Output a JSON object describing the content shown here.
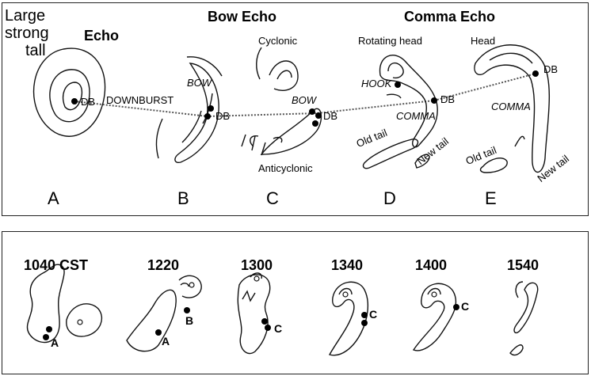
{
  "top_panel": {
    "label_large": [
      "Large",
      "strong",
      "tall"
    ],
    "label_echo": "Echo",
    "title_bow_echo": "Bow Echo",
    "title_comma_echo": "Comma Echo",
    "downburst_label": "DOWNBURST",
    "db_label": "DB",
    "bow_label": "BOW",
    "cyclonic_label": "Cyclonic",
    "anticyclonic_label": "Anticyclonic",
    "rotating_head_label": "Rotating head",
    "hook_label": "HOOK",
    "comma_label": "COMMA",
    "old_tail_label": "Old tail",
    "new_tail_label": "New tail",
    "head_label": "Head",
    "stage_letters": [
      "A",
      "B",
      "C",
      "D",
      "E"
    ]
  },
  "bottom_panel": {
    "times": [
      "1040 CST",
      "1220",
      "1300",
      "1340",
      "1400",
      "1540"
    ],
    "point_labels": [
      "A",
      "A",
      "B",
      "C",
      "C",
      "C"
    ]
  },
  "colors": {
    "line": "#111111",
    "stipple": "#555555",
    "panel_border": "#222222"
  }
}
